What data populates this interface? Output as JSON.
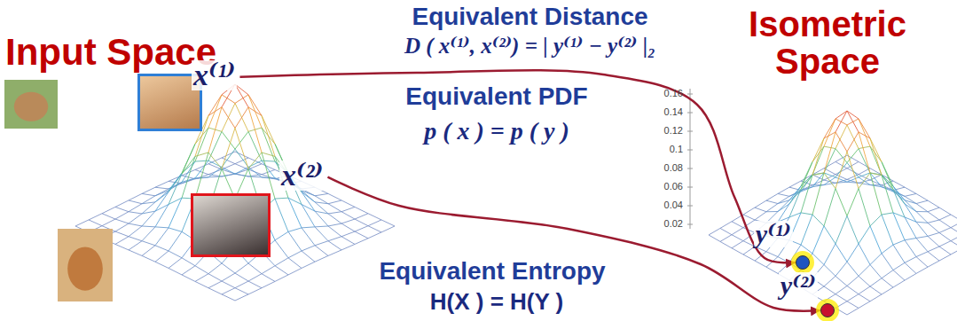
{
  "diagram": {
    "nodes": [
      {
        "text": [
          "x⁽¹⁾"
        ]
      },
      {
        "text": [
          "x⁽²⁾"
        ]
      },
      {
        "text": [
          "y⁽¹⁾"
        ]
      },
      {
        "text": [
          "y⁽²⁾"
        ]
      }
    ],
    "edges": [
      {
        "from": 0,
        "to": 2,
        "arrow": "to"
      },
      {
        "from": 1,
        "to": 3,
        "arrow": "to"
      }
    ],
    "labels": [
      "Input Space",
      "Equivalent Distance",
      "D ( x⁽¹⁾, x⁽²⁾) = | y⁽¹⁾ − y⁽²⁾ |₂",
      "Isometric Space",
      "Equivalent PDF",
      "p ( x ) = p ( y )",
      "Equivalent Entropy",
      "H(X ) = H(Y )",
      "0.16",
      "0.14",
      "0.12",
      "0.1",
      "0.08",
      "0.06",
      "0.04",
      "0.02"
    ]
  }
}
